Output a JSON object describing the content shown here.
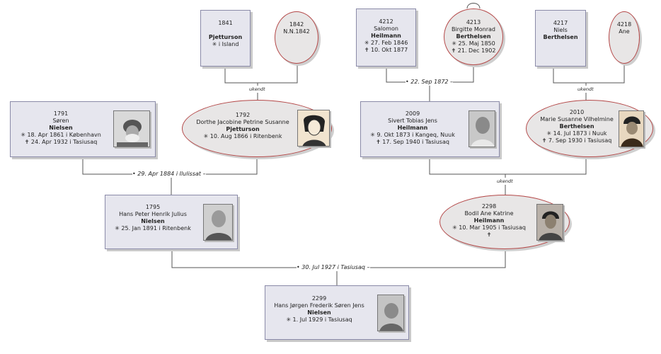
{
  "persons": {
    "p1841": {
      "id": "1841",
      "given": "",
      "surname": "Pjetturson",
      "birth": "✳ i Island",
      "death": ""
    },
    "p1842": {
      "id": "1842",
      "given": "N.N.1842",
      "surname": "",
      "birth": "",
      "death": ""
    },
    "p4212": {
      "id": "4212",
      "given": "Salomon",
      "surname": "Heilmann",
      "birth": "✳ 27. Feb 1846",
      "death": "✝ 10. Okt 1877"
    },
    "p4213": {
      "id": "4213",
      "given": "Birgitte Monrad",
      "surname": "Berthelsen",
      "birth": "✳ 25. Maj 1850",
      "death": "✝ 21. Dec 1902"
    },
    "p4217": {
      "id": "4217",
      "given": "Niels",
      "surname": "Berthelsen",
      "birth": "",
      "death": ""
    },
    "p4218": {
      "id": "4218",
      "given": "Ane",
      "surname": "",
      "birth": "",
      "death": ""
    },
    "p1791": {
      "id": "1791",
      "given": "Søren",
      "surname": "Nielsen",
      "birth": "✳ 18. Apr 1861 i  København",
      "death": "✝ 24. Apr 1932 i  Tasiusaq"
    },
    "p1792": {
      "id": "1792",
      "given": "Dorthe Jacobine Petrine Susanne",
      "surname": "Pjetturson",
      "birth": "✳ 10. Aug 1866 i  Ritenbenk",
      "death": ""
    },
    "p2009": {
      "id": "2009",
      "given": "Sivert Tobias Jens",
      "surname": "Heilmann",
      "birth": "✳ 9. Okt 1873 i  Kangeq, Nuuk",
      "death": "✝ 17. Sep 1940 i  Tasiusaq"
    },
    "p2010": {
      "id": "2010",
      "given": "Marie Susanne Vilhelmine",
      "surname": "Berthelsen",
      "birth": "✳ 14. Jul 1873 i  Nuuk",
      "death": "✝ 7. Sep 1930 i  Tasiusaq"
    },
    "p1795": {
      "id": "1795",
      "given": "Hans Peter Henrik Julius",
      "surname": "Nielsen",
      "birth": "✳ 25. Jan 1891 i  Ritenbenk",
      "death": ""
    },
    "p2298": {
      "id": "2298",
      "given": "Bodil Ane Katrine",
      "surname": "Heilmann",
      "birth": "✳ 10. Mar 1905 i  Tasiusaq",
      "death": "✝"
    },
    "p2299": {
      "id": "2299",
      "given": "Hans Jørgen Frederik Søren Jens",
      "surname": "Nielsen",
      "birth": "✳ 1. Jul 1929 i  Tasiusaq",
      "death": ""
    }
  },
  "marriages": {
    "m1": "ukendt",
    "m2": "• 22. Sep 1872 –",
    "m3": "ukendt",
    "m4": "• 29. Apr 1884 i  Ilulissat –",
    "m5": "ukendt",
    "m6": "• 30. Jul 1927 i  Tasiusaq –"
  },
  "colors": {
    "line": "#555555",
    "male_border": "#8a8aa8",
    "female_border": "#b44848"
  }
}
